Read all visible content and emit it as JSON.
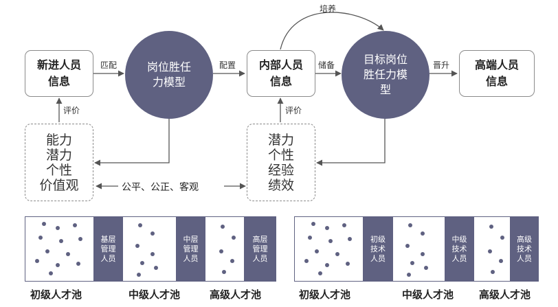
{
  "flow": {
    "new_staff": [
      "新进人员",
      "信息"
    ],
    "post_model": [
      "岗位胜任",
      "力模型"
    ],
    "internal_staff": [
      "内部人员",
      "信息"
    ],
    "target_model": [
      "目标岗位",
      "胜任力模",
      "型"
    ],
    "senior_staff": [
      "高端人员",
      "信息"
    ],
    "label_match": "匹配",
    "label_allocate": "配置",
    "label_reserve": "储备",
    "label_promote": "晋升",
    "label_train": "培养",
    "label_eval_left": "评价",
    "label_eval_right": "评价",
    "label_fair": "公平、公正、客观",
    "left_attributes": [
      "能力",
      "潜力",
      "个性",
      "价值观"
    ],
    "right_attributes": [
      "潜力",
      "个性",
      "经验",
      "绩效"
    ]
  },
  "pools_left": {
    "tags": [
      [
        "基层",
        "管理",
        "人员"
      ],
      [
        "中层",
        "管理",
        "人员"
      ],
      [
        "高层",
        "管理",
        "人员"
      ]
    ],
    "labels": [
      "初级人才池",
      "中级人才池",
      "高级人才池"
    ]
  },
  "pools_right": {
    "tags": [
      [
        "初级",
        "技术",
        "人员"
      ],
      [
        "中级",
        "技术",
        "人员"
      ],
      [
        "高级",
        "技术",
        "人员"
      ]
    ],
    "labels": [
      "初级人才池",
      "中级人才池",
      "高级人才池"
    ]
  },
  "colors": {
    "accent": "#5f6181",
    "border": "#8a8a8a",
    "arrow": "#555555"
  }
}
